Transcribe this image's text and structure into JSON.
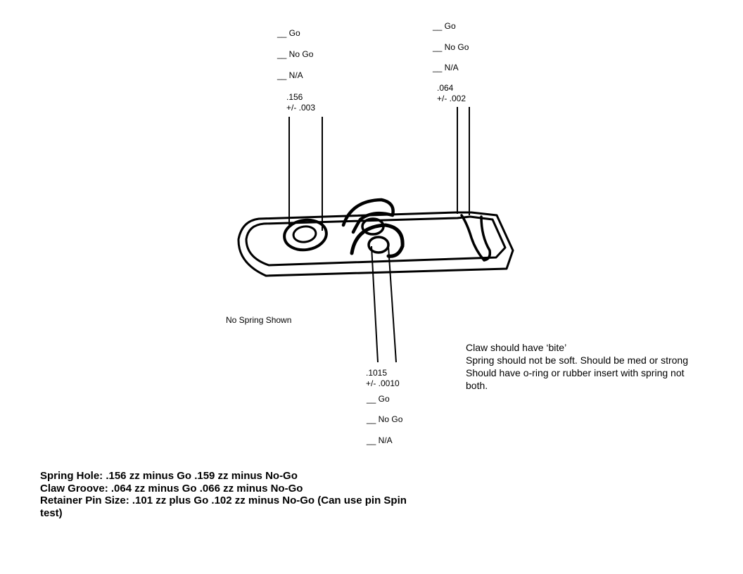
{
  "checklists": {
    "spring_hole": [
      "__ Go",
      "__ No Go",
      "__ N/A"
    ],
    "claw_groove": [
      "__ Go",
      "__ No Go",
      "__ N/A"
    ],
    "retainer_pin": [
      "__ Go",
      "__ No Go",
      "__ N/A"
    ]
  },
  "dimensions": {
    "spring_hole": {
      "nominal": ".156",
      "tolerance": "+/- .003"
    },
    "claw_groove": {
      "nominal": ".064",
      "tolerance": "+/- .002"
    },
    "retainer_pin": {
      "nominal": ".1015",
      "tolerance": "+/- .0010"
    }
  },
  "caption": "No Spring Shown",
  "notes": [
    "Claw should have ‘bite’",
    "Spring should not be soft. Should be med or strong",
    "Should have o-ring or rubber insert with spring not",
    "both."
  ],
  "specs": [
    "Spring Hole: .156 zz minus Go .159 zz minus No-Go",
    "Claw Groove: .064 zz minus Go .066 zz minus No-Go",
    "Retainer Pin Size: .101 zz plus Go .102 zz minus No-Go (Can use pin Spin",
    "test)"
  ]
}
